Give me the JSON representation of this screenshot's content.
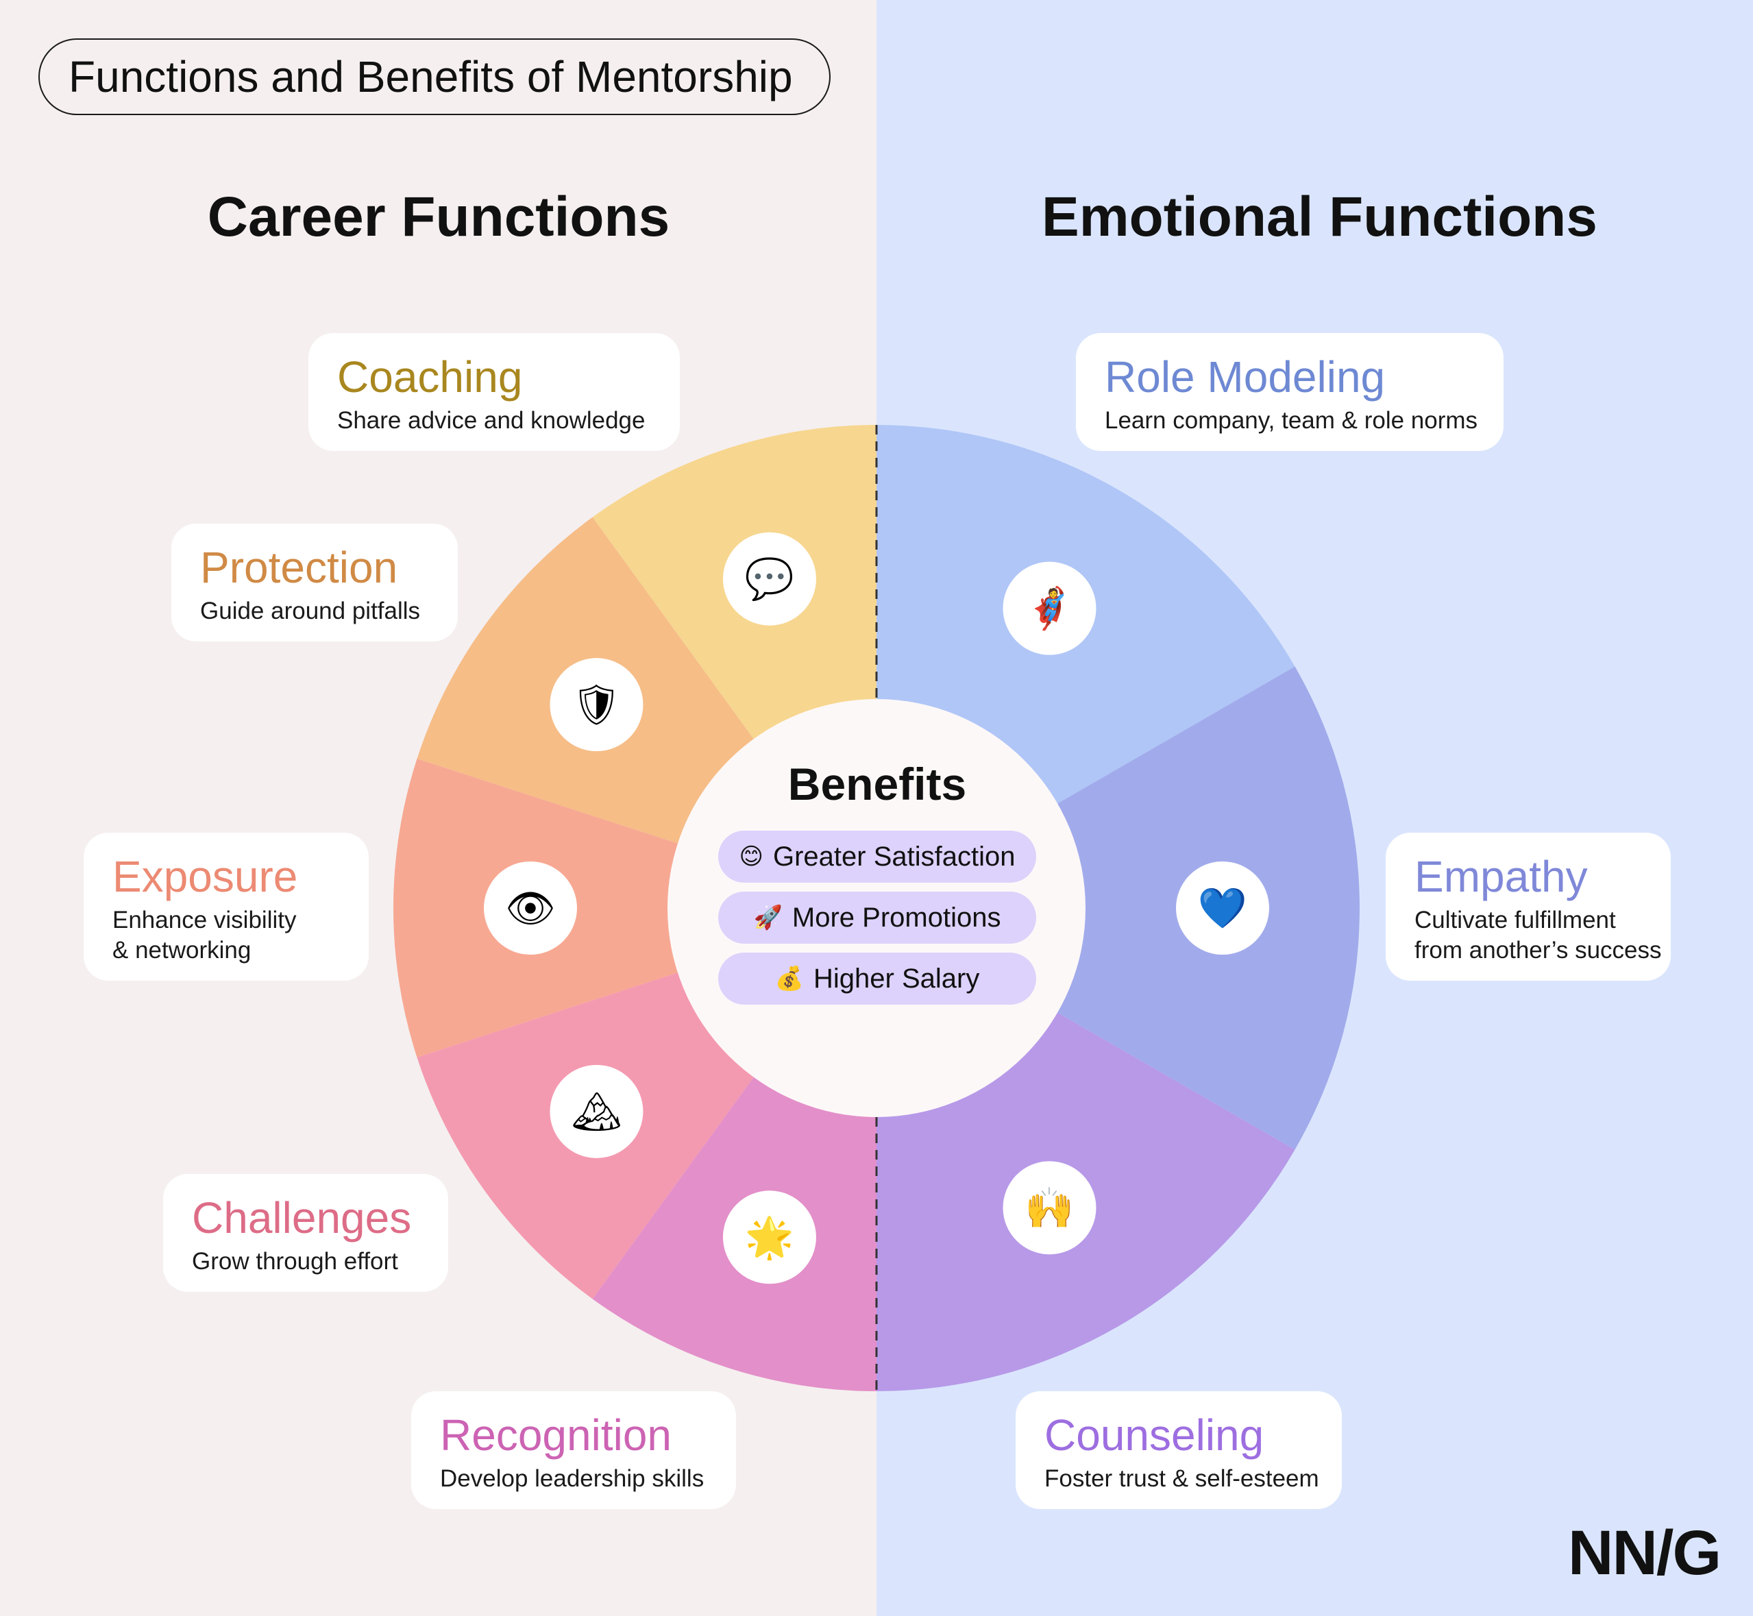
{
  "title": "Functions and Benefits of Mentorship",
  "headings": {
    "career": "Career Functions",
    "emotional": "Emotional Functions"
  },
  "colors": {
    "background_left": "#f5efef",
    "background_right": "#dae5fd",
    "coaching": "#f7d68f",
    "protection": "#f6bd87",
    "exposure": "#f7a892",
    "challenges": "#f49ab0",
    "recognition": "#e38fc9",
    "role_modeling": "#b0c6f7",
    "empathy": "#a1abeb",
    "counseling": "#b799e8",
    "benefit_pill": "#ddd2fb"
  },
  "functions": {
    "coaching": {
      "title": "Coaching",
      "desc": "Share advice and knowledge",
      "icon": "speech-bubble-icon",
      "title_color": "#a9871f"
    },
    "protection": {
      "title": "Protection",
      "desc": "Guide around pitfalls",
      "icon": "shield-icon",
      "title_color": "#d08a45"
    },
    "exposure": {
      "title": "Exposure",
      "desc": "Enhance visibility\n& networking",
      "icon": "eye-icon",
      "title_color": "#ec8a73"
    },
    "challenges": {
      "title": "Challenges",
      "desc": "Grow through effort",
      "icon": "mountain-flag-icon",
      "title_color": "#dd6c87"
    },
    "recognition": {
      "title": "Recognition",
      "desc": "Develop leadership skills",
      "icon": "star-icon",
      "title_color": "#cc63b3"
    },
    "role_modeling": {
      "title": "Role Modeling",
      "desc": "Learn company, team & role norms",
      "icon": "superhero-icon",
      "title_color": "#6e89d3"
    },
    "empathy": {
      "title": "Empathy",
      "desc": "Cultivate fulfillment\nfrom another’s success",
      "icon": "blue-heart-icon",
      "title_color": "#7f88d8"
    },
    "counseling": {
      "title": "Counseling",
      "desc": "Foster trust & self-esteem",
      "icon": "raised-hands-icon",
      "title_color": "#9d6ee0"
    }
  },
  "benefits": {
    "title": "Benefits",
    "items": [
      {
        "emoji": "😊",
        "label": "Greater Satisfaction"
      },
      {
        "emoji": "🚀",
        "label": "More Promotions"
      },
      {
        "emoji": "💰",
        "label": "Higher Salary"
      }
    ]
  },
  "logo": "NN/G"
}
